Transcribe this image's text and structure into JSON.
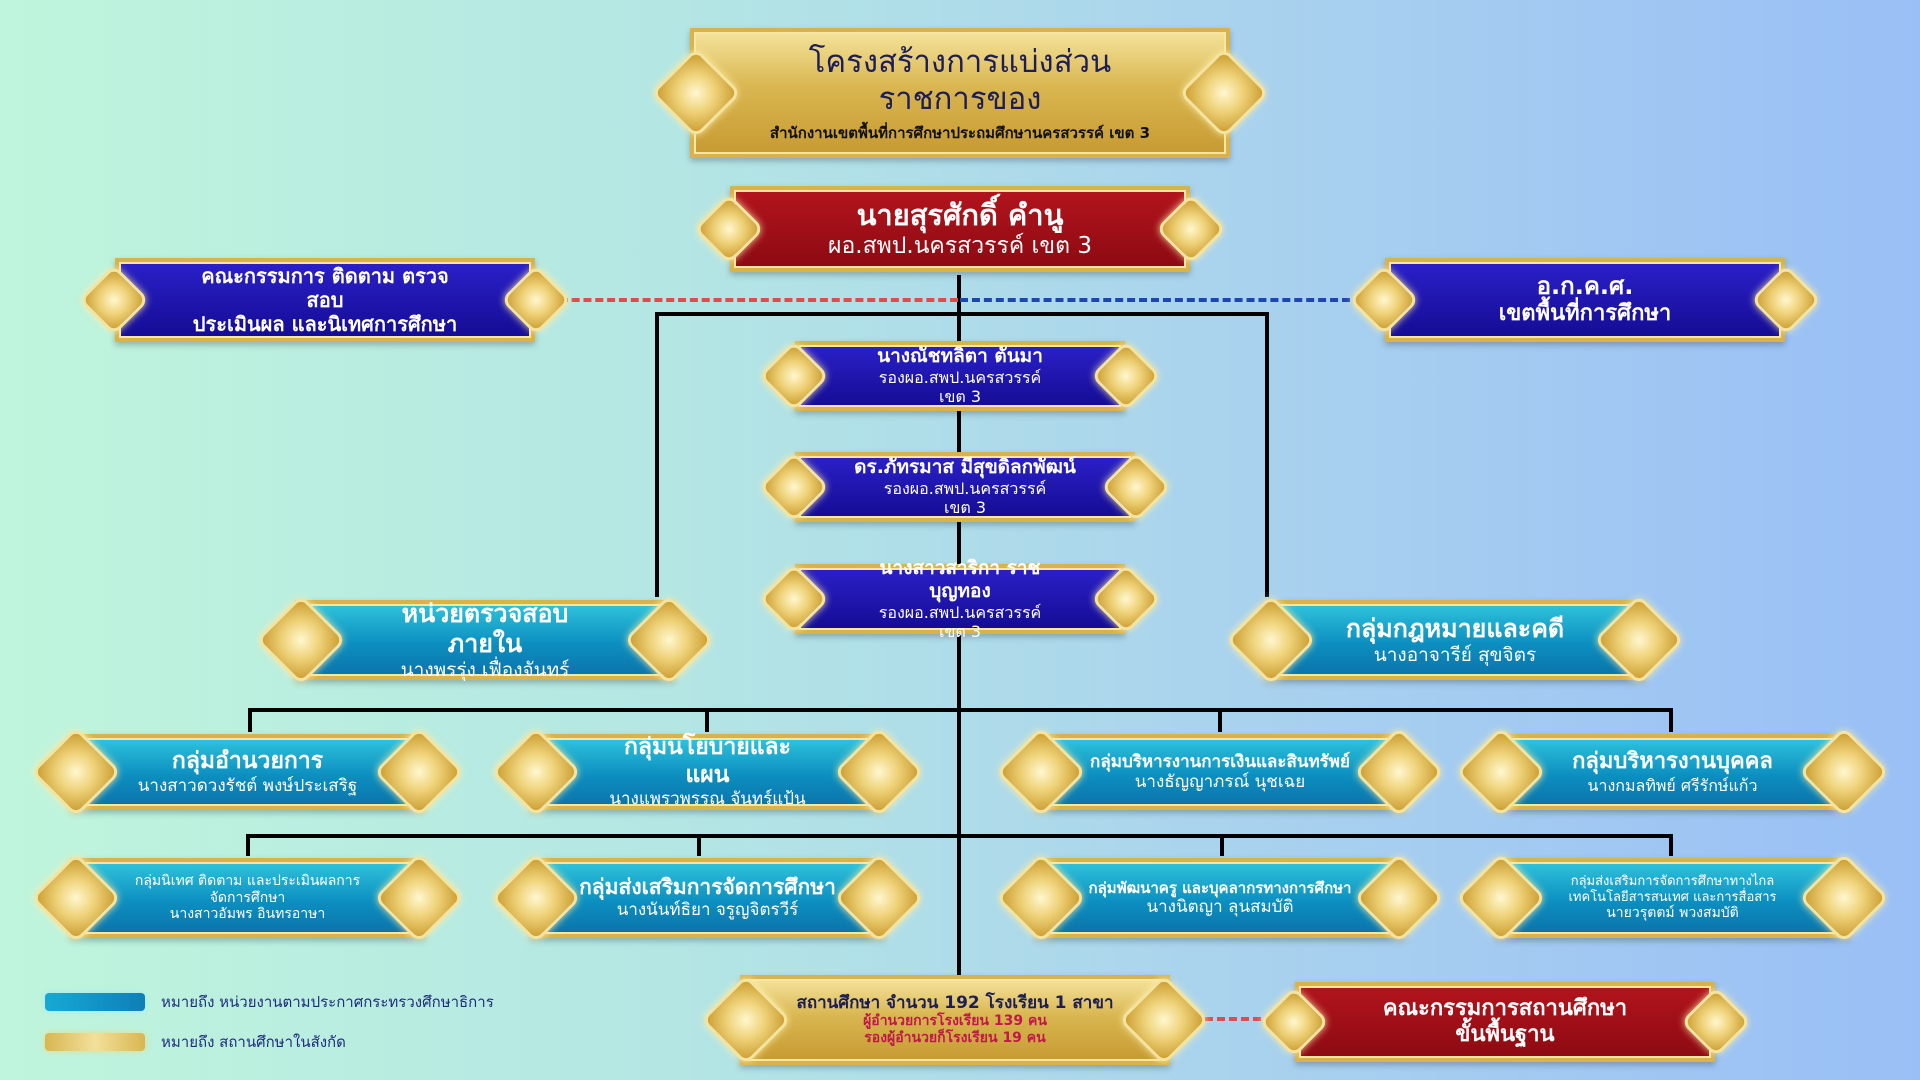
{
  "title": {
    "line1": "โครงสร้างการแบ่งส่วนราชการของ",
    "line2": "สำนักงานเขตพื้นที่การศึกษาประถมศึกษานครสวรรค์ เขต 3"
  },
  "director": {
    "name": "นายสุรศักดิ์ คำนู",
    "position": "ผอ.สพป.นครสวรรค์ เขต 3"
  },
  "committee_left": {
    "line1": "คณะกรรมการ ติดตาม ตรวจสอบ",
    "line2": "ประเมินผล และนิเทศการศึกษา"
  },
  "committee_right": {
    "line1": "อ.ก.ค.ศ.",
    "line2": "เขตพื้นที่การศึกษา"
  },
  "deputies": [
    {
      "name": "นางณัชทลิตา ตันมา",
      "position": "รองผอ.สพป.นครสวรรค์ เขต 3"
    },
    {
      "name": "ดร.ภัทรมาส มีสุขดิลกพัฒน์",
      "position": "รองผอ.สพป.นครสวรรค์ เขต 3"
    },
    {
      "name": "นางสาวสาริกา ราชบุญทอง",
      "position": "รองผอ.สพป.นครสวรรค์ เขต 3"
    }
  ],
  "audit_unit": {
    "name": "หน่วยตรวจสอบภายใน",
    "head": "นางพรรุ่ง เฟื่องจันทร์"
  },
  "legal_group": {
    "name": "กลุ่มกฎหมายและคดี",
    "head": "นางอาจารีย์ สุขจิตร"
  },
  "groups_row1": [
    {
      "name": "กลุ่มอำนวยการ",
      "head": "นางสาวดวงรัชต์ พงษ์ประเสริฐ"
    },
    {
      "name": "กลุ่มนโยบายและแผน",
      "head": "นางแพรวพรรณ จันทร์แป้น"
    },
    {
      "name": "กลุ่มบริหารงานการเงินและสินทรัพย์",
      "head": "นางธัญญาภรณ์ นุชเฉย"
    },
    {
      "name": "กลุ่มบริหารงานบุคคล",
      "head": "นางกมลทิพย์ ศรีรักษ์แก้ว"
    }
  ],
  "groups_row2": [
    {
      "name": "กลุ่มนิเทศ ติดตาม และประเมินผลการจัดการศึกษา",
      "head": "นางสาวอัมพร อินทรอาษา"
    },
    {
      "name": "กลุ่มส่งเสริมการจัดการศึกษา",
      "head": "นางนันท์ธิยา จรูญจิตรวีร์"
    },
    {
      "name": "กลุ่มพัฒนาครู และบุคลากรทางการศึกษา",
      "head": "นางนิตญา ลุนสมบัติ"
    },
    {
      "name": "กลุ่มส่งเสริมการจัดการศึกษาทางไกล เทคโนโลยีสารสนเทศ และการสื่อสาร",
      "head": "นายวรุตตม์ พวงสมบัติ"
    }
  ],
  "schools": {
    "line1": "สถานศึกษา จำนวน 192 โรงเรียน 1 สาขา",
    "line2": "ผู้อำนวยการโรงเรียน 139 คน",
    "line3": "รองผู้อำนวยก็โรงเรียน 19 คน"
  },
  "basic_committee": {
    "line1": "คณะกรรมการสถานศึกษา",
    "line2": "ขั้นพื้นฐาน"
  },
  "legend": {
    "teal_text": "หมายถึง หน่วยงานตามประกาศกระทรวงศึกษาธิการ",
    "gold_text": "หมายถึง สถานศึกษาในสังกัด"
  },
  "colors": {
    "gold": "#d9b650",
    "red": "#9e0f18",
    "blue": "#1a11a8",
    "teal": "#0e8fc0",
    "dash_red": "#e04b4b",
    "dash_blue": "#1e46b0"
  }
}
